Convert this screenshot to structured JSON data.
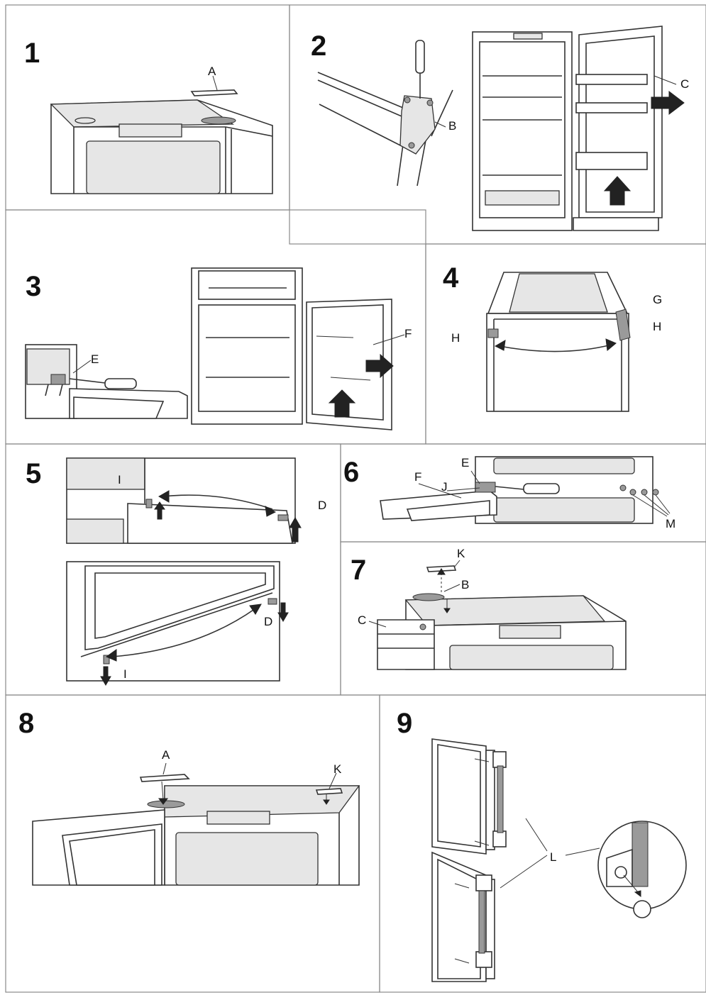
{
  "steps": [
    {
      "number": "1",
      "labels": {
        "a": "A"
      }
    },
    {
      "number": "2",
      "labels": {
        "b": "B",
        "c": "C"
      }
    },
    {
      "number": "3",
      "labels": {
        "e": "E",
        "f": "F"
      }
    },
    {
      "number": "4",
      "labels": {
        "g": "G",
        "h_left": "H",
        "h_right": "H"
      }
    },
    {
      "number": "5",
      "labels": {
        "i_top": "I",
        "d_top": "D",
        "d_bottom": "D",
        "i_bottom": "I"
      }
    },
    {
      "number": "6",
      "labels": {
        "e": "E",
        "f": "F",
        "j": "J",
        "m": "M"
      }
    },
    {
      "number": "7",
      "labels": {
        "k": "K",
        "b": "B",
        "c": "C"
      }
    },
    {
      "number": "8",
      "labels": {
        "a": "A",
        "k": "K"
      }
    },
    {
      "number": "9",
      "labels": {
        "l": "L"
      }
    }
  ],
  "colors": {
    "outline": "#333333",
    "panel_border": "#8a8a8a",
    "arrow": "#222222",
    "surface_gray": "#e6e6e6"
  }
}
